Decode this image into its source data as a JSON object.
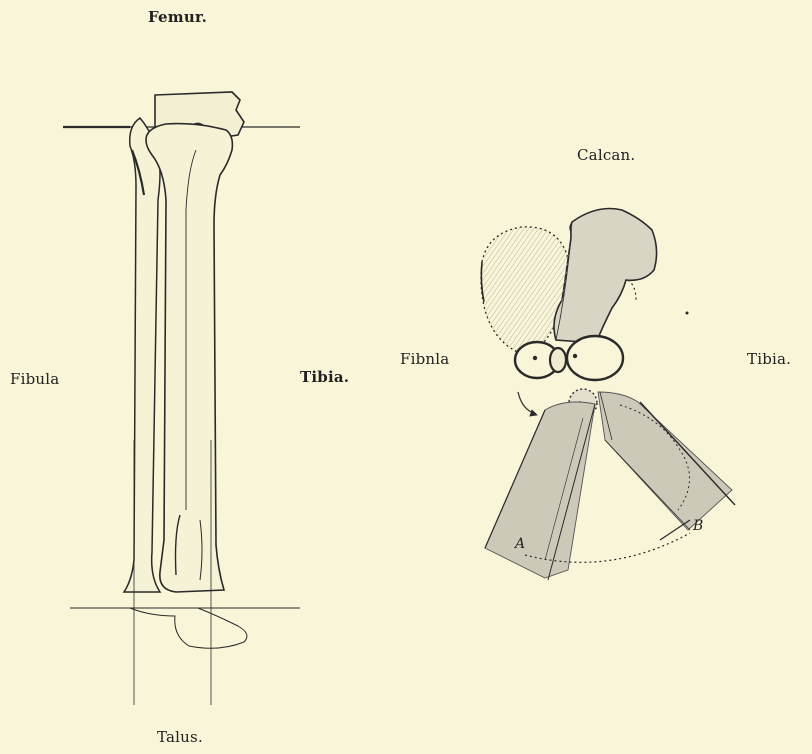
{
  "labels": {
    "femur": "Femur.",
    "fibula_left": "Fibula",
    "tibia_left": "Tibia.",
    "talus": "Talus.",
    "calcan": "Calcan.",
    "fibula_right": "Fibnla",
    "tibia_right": "Tibia.",
    "angle_a": "A",
    "angle_b": "B"
  },
  "colors": {
    "background": "#f8f5d8",
    "ink": "#2a2a2a",
    "bone_fill": "#d6d2c2"
  }
}
